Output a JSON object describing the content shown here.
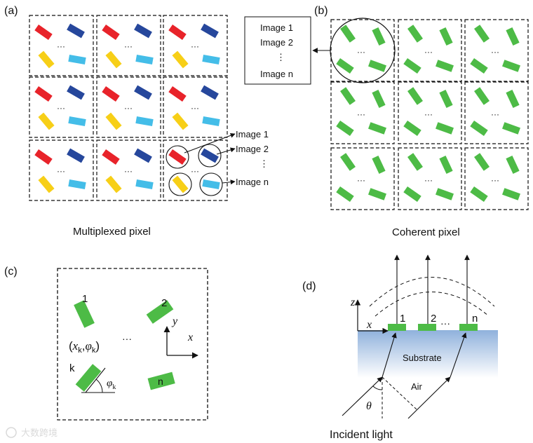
{
  "panels": {
    "a": {
      "label": "(a)",
      "caption": "Multiplexed pixel",
      "ellipsis": "···",
      "images": [
        "Image 1",
        "Image 2",
        "⋮",
        "Image n"
      ]
    },
    "b": {
      "label": "(b)",
      "caption": "Coherent pixel",
      "ellipsis": "···",
      "images": [
        "Image 1",
        "Image 2",
        "⋮",
        "Image n"
      ]
    },
    "c": {
      "label": "(c)",
      "num1": "1",
      "num2": "2",
      "numk": "k",
      "numn": "n",
      "ellipsis": "···",
      "coord_open": "(",
      "coord_x": "x",
      "coord_xsub": "k",
      "coord_comma": ",",
      "coord_phi": "φ",
      "coord_phisub": "k",
      "coord_close": ")",
      "angle": "φ",
      "angle_sub": "k",
      "axis_x": "x",
      "axis_y": "y"
    },
    "d": {
      "label": "(d)",
      "axis_z": "z",
      "axis_x": "x",
      "n1": "1",
      "n2": "2",
      "dots": "···",
      "nn": "n",
      "substrate": "Substrate",
      "air": "Air",
      "theta": "θ",
      "incident": "Incident light"
    }
  },
  "colors": {
    "red": "#e8232a",
    "blue": "#26479c",
    "yellow": "#f7cf17",
    "cyan": "#44bde8",
    "green": "#4dbb46",
    "substrate_top": "#8fb1dc",
    "substrate_bottom": "#ffffff"
  },
  "watermark": "大数跨境"
}
